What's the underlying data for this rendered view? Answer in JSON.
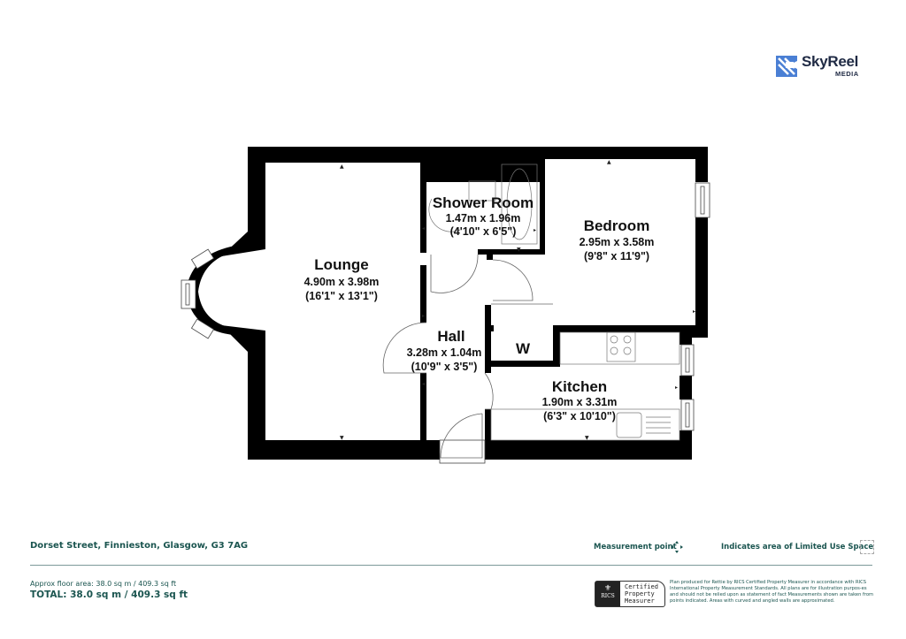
{
  "brand": {
    "name": "SkyReel",
    "sub": "MEDIA",
    "accent_color": "#4a7fd4",
    "text_color": "#1f2a44"
  },
  "rooms": {
    "lounge": {
      "name": "Lounge",
      "metric": "4.90m x 3.98m",
      "imperial": "(16'1\" x 13'1\")"
    },
    "shower_room": {
      "name": "Shower Room",
      "metric": "1.47m x 1.96m",
      "imperial": "(4'10\" x 6'5\")"
    },
    "bedroom": {
      "name": "Bedroom",
      "metric": "2.95m x 3.58m",
      "imperial": "(9'8\" x 11'9\")"
    },
    "hall": {
      "name": "Hall",
      "metric": "3.28m x 1.04m",
      "imperial": "(10'9\" x 3'5\")"
    },
    "wardrobe": {
      "name": "W"
    },
    "kitchen": {
      "name": "Kitchen",
      "metric": "1.90m x 3.31m",
      "imperial": "(6'3\" x 10'10\")"
    }
  },
  "footer": {
    "address": "Dorset Street, Finnieston, Glasgow, G3 7AG",
    "approx_area": "Approx floor area: 38.0 sq m / 409.3 sq ft",
    "total": "TOTAL: 38.0 sq m / 409.3 sq ft",
    "legend_measurement": "Measurement point",
    "legend_limited": "Indicates area of  Limited Use Space",
    "rics": {
      "org": "RICS",
      "line1": "Certified",
      "line2": "Property",
      "line3": "Measurer"
    },
    "disclaimer": "Plan produced for Rettie by RICS Certified Property Measurer in accordance with RICS International Property  Measurement Standards.  All plans are for illustration purpos-es and should not be relied upon as statement of fact Measurements shown are taken from points indicated. Areas with curved and angled walls are approximated.",
    "text_color": "#1b5550"
  }
}
